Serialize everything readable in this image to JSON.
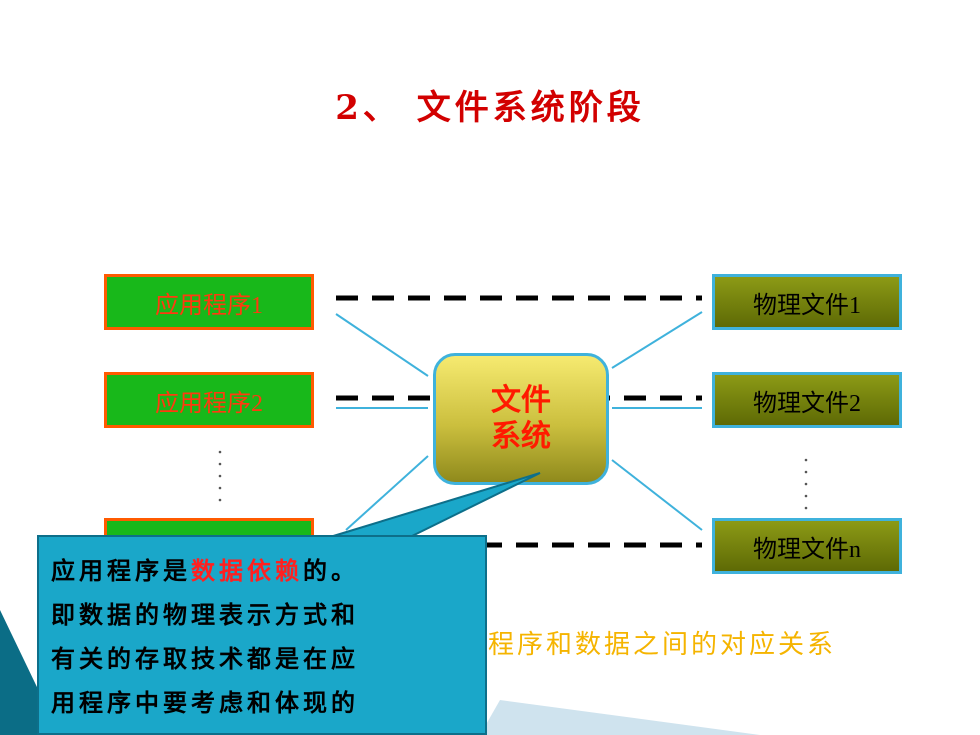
{
  "title": "2、 文件系统阶段",
  "apps": [
    "应用程序1",
    "应用程序2"
  ],
  "physical_files": [
    "物理文件1",
    "物理文件2",
    "物理文件n"
  ],
  "file_system": {
    "line1": "文件",
    "line2": "系统"
  },
  "callout": {
    "line1_prefix": "应用程序是",
    "line1_highlight": "数据依赖",
    "line1_suffix": "的。",
    "line2": "即数据的物理表示方式和",
    "line3": "有关的存取技术都是在应",
    "line4": "用程序中要考虑和体现的"
  },
  "bottom_text": "程序和数据之间的对应关系"
}
